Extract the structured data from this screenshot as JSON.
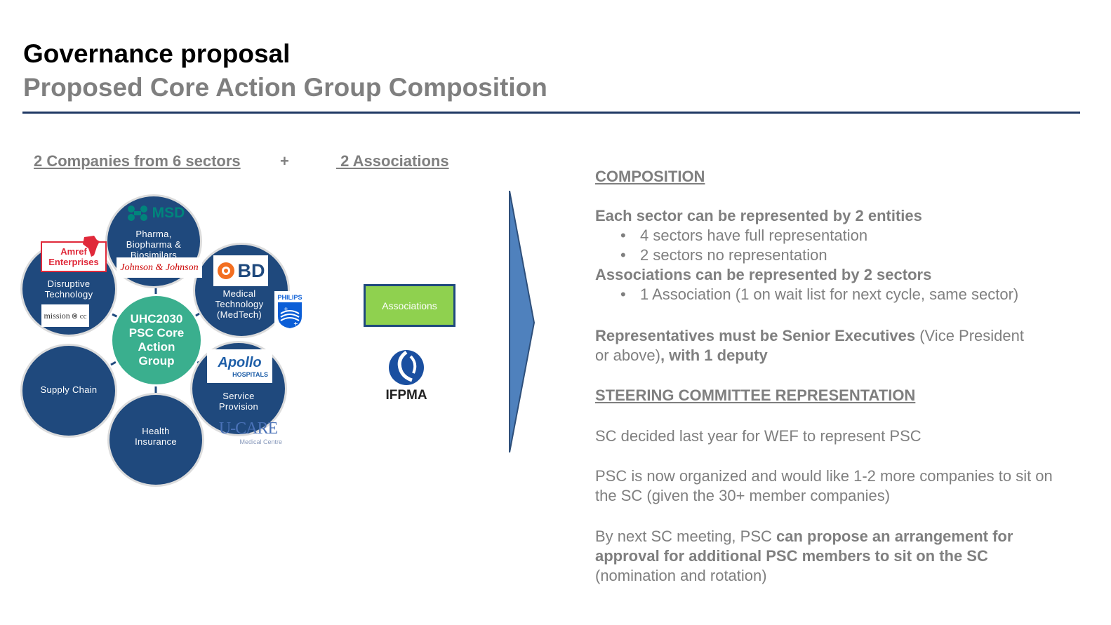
{
  "header": {
    "title": "Governance proposal",
    "subtitle": "Proposed Core Action Group Composition"
  },
  "left": {
    "companies_heading": "2 Companies from 6 sectors",
    "plus": "+",
    "associations_heading": " 2 Associations",
    "center": {
      "line1": "UHC2030",
      "line2": "PSC Core",
      "line3": "Action",
      "line4": "Group"
    },
    "sectors": {
      "pharma": [
        "Pharma,",
        "Biopharma &",
        "Biosimilars"
      ],
      "medtech": [
        "Medical",
        "Technology",
        "(MedTech)"
      ],
      "service": [
        "Service",
        "Provision"
      ],
      "health_insurance": [
        "Health",
        "Insurance"
      ],
      "supply_chain": [
        "Supply Chain"
      ],
      "disruptive": [
        "Disruptive",
        "Technology"
      ]
    },
    "logos": {
      "msd": "MSD",
      "jnj": "Johnson & Johnson",
      "bd": "BD",
      "philips": "PHILIPS",
      "apollo": "Apollo",
      "apollo_sub": "HOSPITALS",
      "ucare": "U-CARE",
      "ucare_sub": "Medical Centre",
      "amref_line1": "Amref",
      "amref_line2": "Enterprises",
      "mission": "mission",
      "ifpma": "IFPMA"
    },
    "associations_box": "Associations"
  },
  "right": {
    "composition_heading": "COMPOSITION",
    "sector_rep": "Each sector can be represented by 2 entities",
    "sector_bullets": [
      "4 sectors have full representation",
      "2 sectors no representation"
    ],
    "assoc_rep": "Associations can be represented by 2 sectors",
    "assoc_bullets": [
      "1 Association (1 on wait list for next cycle, same sector)"
    ],
    "reps_bold": "Representatives must be Senior Executives",
    "reps_normal": " (Vice President or above)",
    "reps_bold2": ", with 1 deputy",
    "steering_heading": "STEERING COMMITTEE REPRESENTATION",
    "sc_decided": "SC decided last year for WEF to represent PSC",
    "psc_organized": "PSC is now organized and would like 1-2 more companies to sit on the SC (given the 30+ member companies)",
    "next_meeting_normal": "By next SC meeting, PSC ",
    "next_meeting_bold": "can propose an arrangement for approval for additional PSC members to sit on the SC",
    "next_meeting_tail": " (nomination and rotation)"
  },
  "colors": {
    "title_rule": "#1f3864",
    "sector_circle": "#1f497d",
    "center_circle": "#3aaf8e",
    "associations_box": "#8fd14f",
    "chevron": "#4f81bd"
  }
}
